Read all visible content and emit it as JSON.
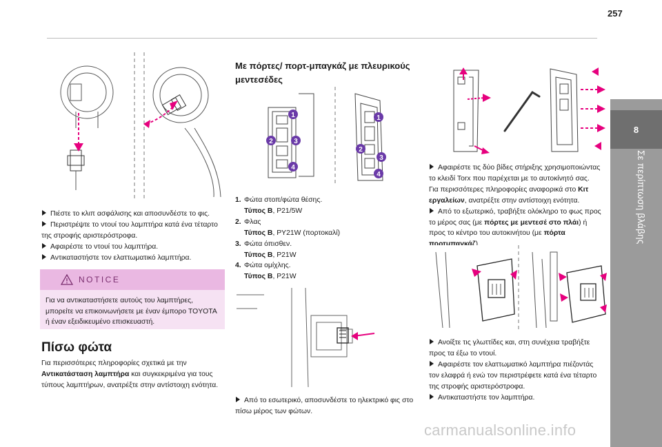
{
  "page_number": "257",
  "chapter": {
    "number": "8",
    "title": "Σε περίπτωση βλάβης"
  },
  "col1": {
    "steps": [
      "Πιέστε το κλιπ ασφάλισης και αποσυνδέστε το φις.",
      "Περιστρέψτε το ντουί του λαμπτήρα κατά ένα τέταρτο της στροφής αριστερόστροφα.",
      "Αφαιρέστε το ντουί του λαμπτήρα.",
      "Αντικαταστήστε τον ελαττωματικό λαμπτήρα."
    ],
    "notice": {
      "title": "NOTICE",
      "body": "Για να αντικαταστήσετε αυτούς του λαμπτήρες, μπορείτε να επικοινωνήσετε με έναν έμπορο TOYOTA ή έναν εξειδικευμένο επισκευαστή."
    },
    "rear_heading": "Πίσω φώτα",
    "rear_text_a": "Για περισσότερες πληροφορίες σχετικά με την",
    "rear_text_bold": "Αντικατάσταση λαμπτήρα",
    "rear_text_b": "και συγκεκριμένα για τους τύπους λαμπτήρων, ανατρέξτε στην αντίστοιχη ενότητα."
  },
  "col2": {
    "heading": "Με πόρτες/ πορτ-μπαγκάζ με πλευρικούς μεντεσέδες",
    "callouts": [
      "1",
      "2",
      "3",
      "4"
    ],
    "list": [
      {
        "num": "1.",
        "label": "Φώτα στοπ/φώτα θέσης.",
        "type_label": "Τύπος B",
        "type_value": ", P21/5W"
      },
      {
        "num": "2.",
        "label": "Φλας",
        "type_label": "Τύπος B",
        "type_value": ", PY21W (πορτοκαλί)"
      },
      {
        "num": "3.",
        "label": "Φώτα όπισθεν.",
        "type_label": "Τύπος B",
        "type_value": ", P21W"
      },
      {
        "num": "4.",
        "label": "Φώτα ομίχλης.",
        "type_label": "Τύπος B",
        "type_value": ", P21W"
      }
    ],
    "step_unplug": "Από το εσωτερικό, αποσυνδέστε το ηλεκτρικό φις στο πίσω μέρος των φώτων."
  },
  "col3": {
    "step1": "Αφαιρέστε τις δύο βίδες στήριξης χρησιμοποιώντας το κλειδί Torx που παρέχεται με το αυτοκίνητό σας.",
    "info_a": "Για περισσότερες πληροφορίες αναφορικά στο",
    "info_bold": "Κιτ εργαλείων",
    "info_b": ", ανατρέξτε στην αντίστοιχη ενότητα.",
    "step2_a": "Από το εξωτερικό, τραβήξτε ολόκληρο το φως προς το μέρος σας (με",
    "step2_bold1": "πόρτες με μεντεσέ στο πλάι",
    "step2_b": ") ή προς το κέντρο του αυτοκινήτου (με",
    "step2_bold2": "πόρτα πορτμπαγκάζ",
    "step2_c": ").",
    "steps_bottom": [
      "Ανοίξτε τις γλωττίδες και, στη συνέχεια τραβήξτε προς τα έξω το ντουί.",
      "Αφαιρέστε τον ελαττωματικό λαμπτήρα πιέζοντάς τον ελαφρά ή ενώ τον περιστρέφετε κατά ένα τέταρτο της στροφής αριστερόστροφα.",
      "Αντικαταστήστε τον λαμπτήρα."
    ]
  },
  "watermark": "carmanualsonline.info",
  "colors": {
    "accent_magenta": "#e6007e",
    "notice_bg": "#f6e2f3",
    "notice_header": "#eab8e2",
    "sidebar": "#9b9b9b",
    "callout_purple": "#6a3aa8"
  }
}
